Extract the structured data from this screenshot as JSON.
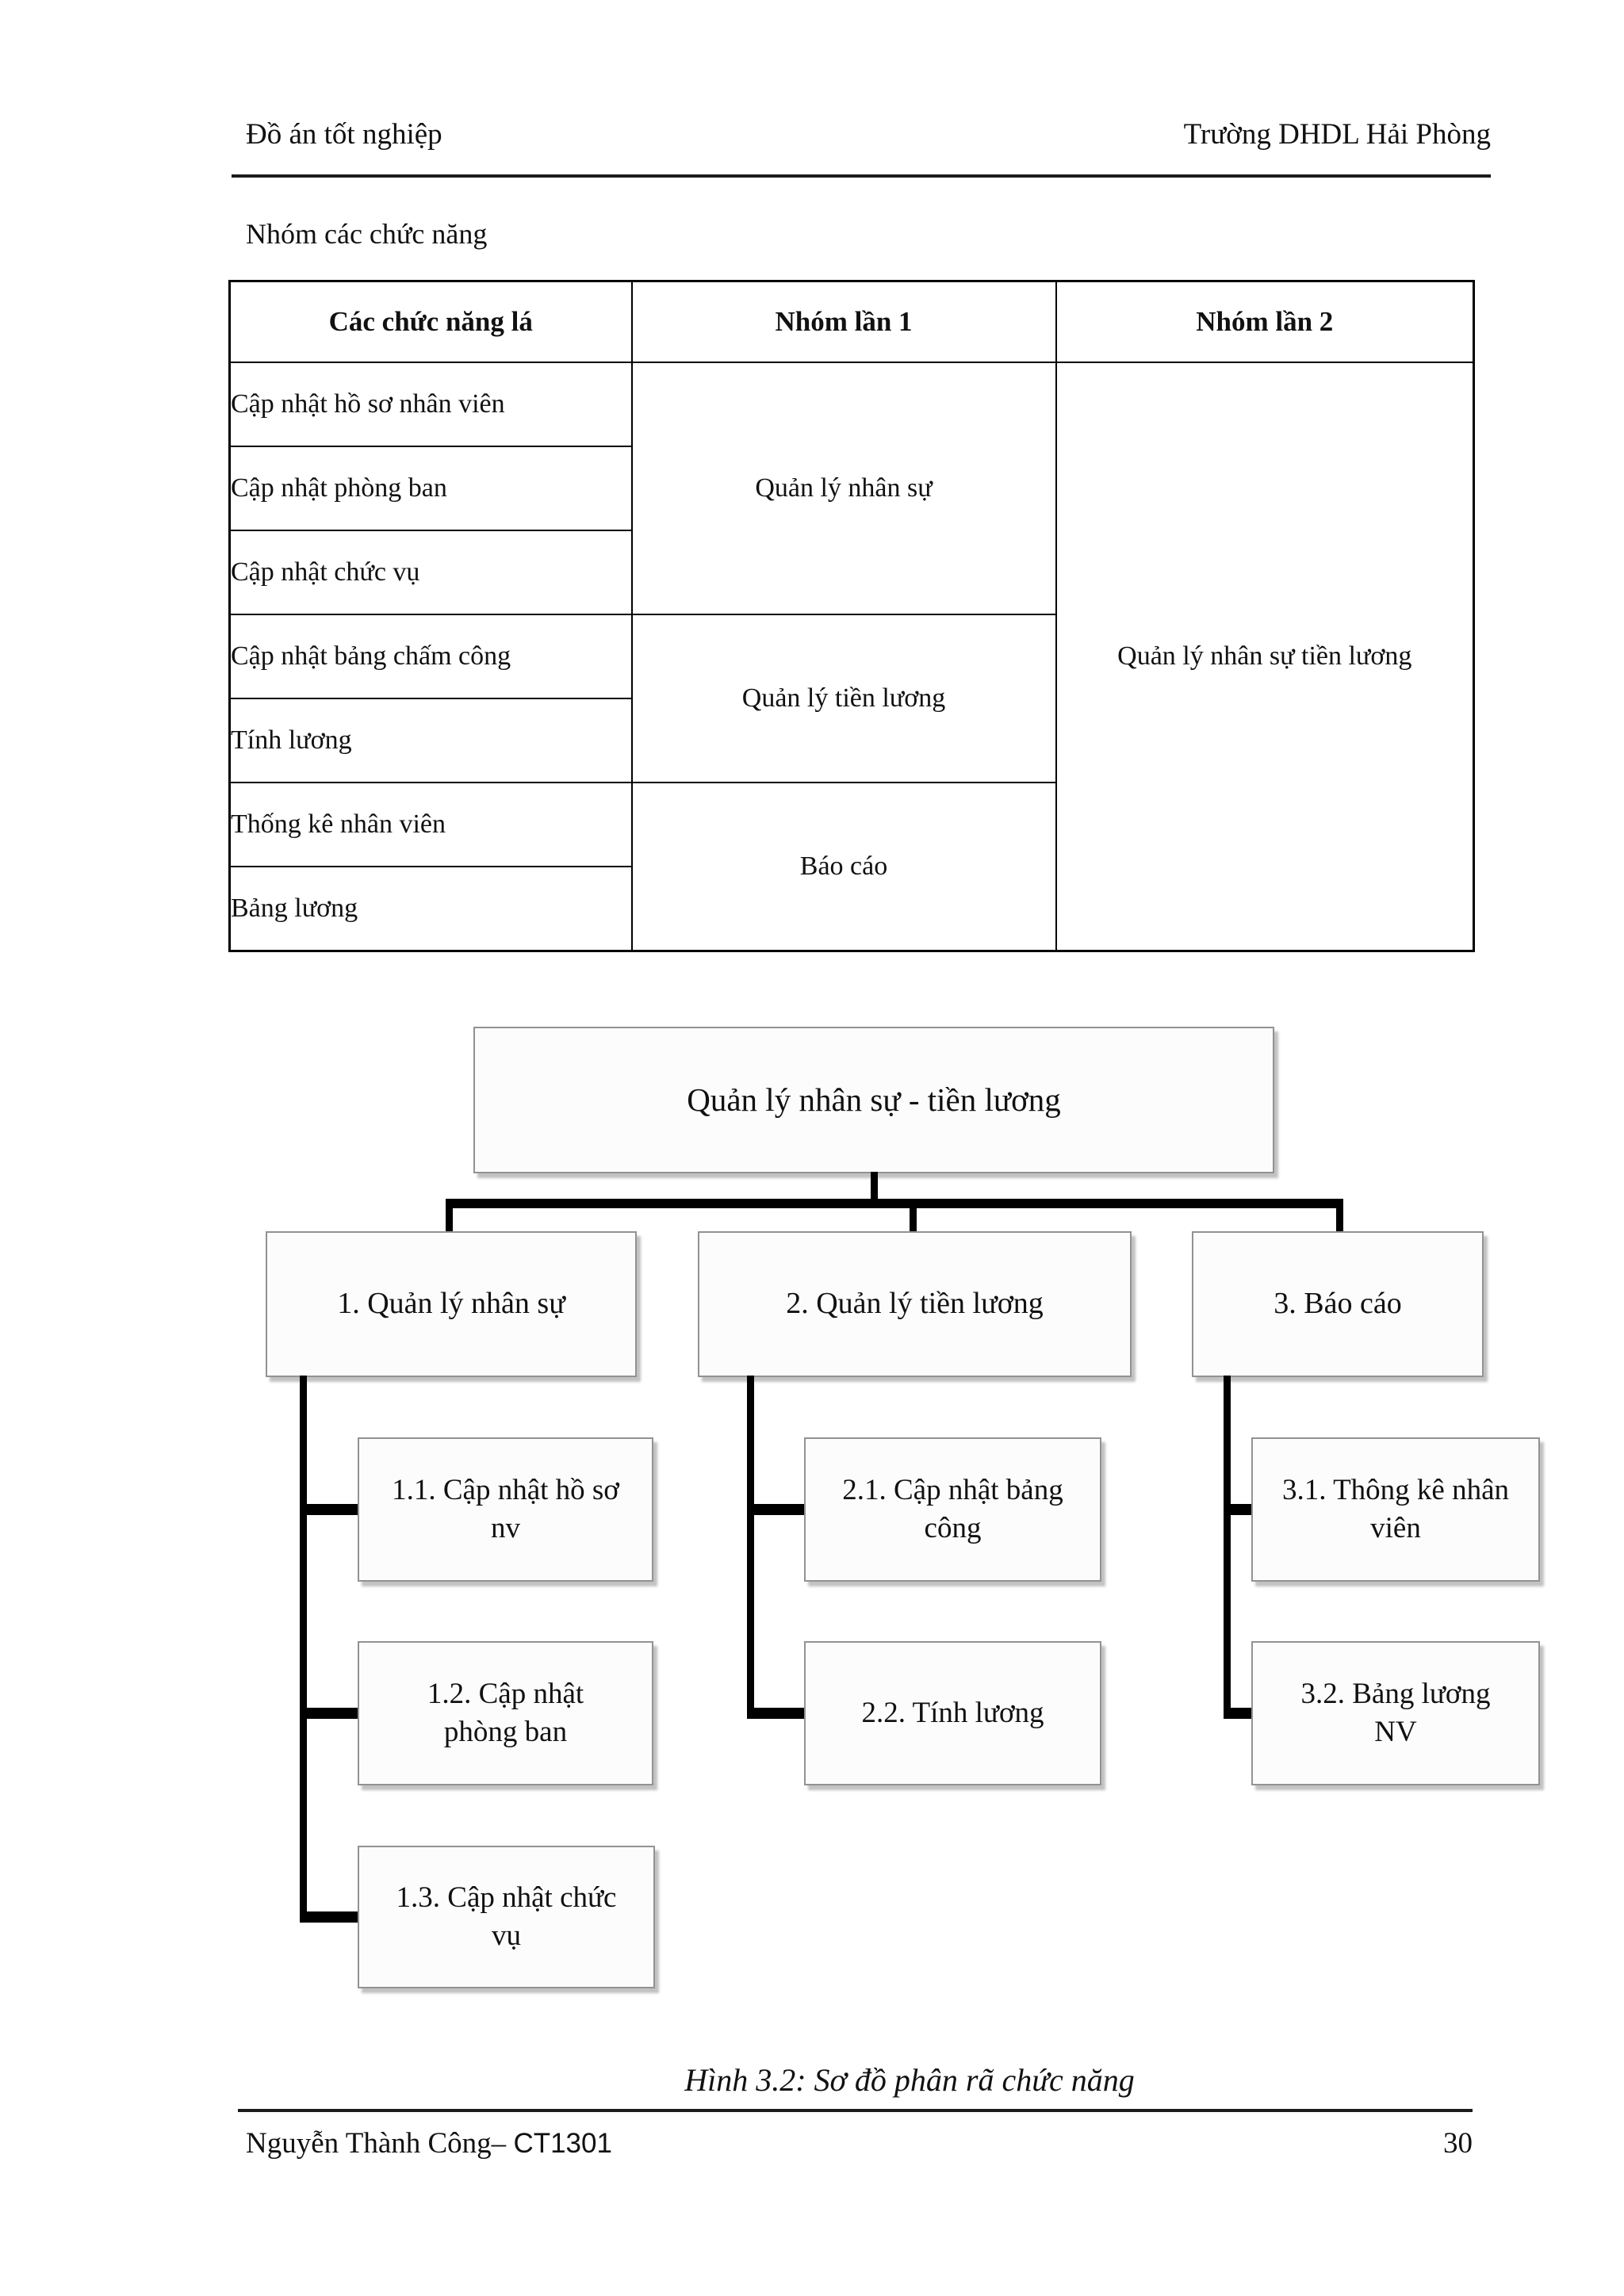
{
  "header": {
    "left": "Đồ án tốt nghiệp",
    "right": "Trường DHDL Hải Phòng"
  },
  "intro_text": "Nhóm các chức năng",
  "table": {
    "headers": [
      "Các chức năng lá",
      "Nhóm lần 1",
      "Nhóm lần 2"
    ],
    "leaf_functions": [
      "Cập nhật hồ sơ nhân viên",
      "Cập nhật phòng ban",
      "Cập nhật chức vụ",
      "Cập nhật bảng chấm công",
      "Tính lương",
      "Thống kê nhân viên",
      "Bảng lương"
    ],
    "group1": [
      {
        "label": "Quản lý nhân sự",
        "rowspan": 3
      },
      {
        "label": "Quản lý tiền lương",
        "rowspan": 2
      },
      {
        "label": "Báo cáo",
        "rowspan": 2
      }
    ],
    "group2": [
      {
        "label": "Quản lý nhân sự tiền lương",
        "rowspan": 7
      }
    ]
  },
  "diagram": {
    "root": "Quản lý nhân sự - tiền lương",
    "level2": [
      "1. Quản lý nhân sự",
      "2. Quản lý tiền lương",
      "3. Báo cáo"
    ],
    "leaves": [
      "1.1. Cập nhật hồ sơ\nnv",
      "1.2. Cập nhật\nphòng ban",
      "1.3. Cập nhật chức\nvụ",
      "2.1. Cập nhật bảng\ncông",
      "2.2. Tính lương",
      "3.1. Thông kê nhân\nviên",
      "3.2. Bảng lương\nNV"
    ],
    "line_color": "#000000",
    "box_border_color": "#929292",
    "box_shadow_color": "#c2c2c2"
  },
  "caption": "Hình 3.2: Sơ đồ phân rã chức năng",
  "footer": {
    "author": "Nguyễn Thành Công– ",
    "code": "CT1301",
    "page_number": "30"
  }
}
